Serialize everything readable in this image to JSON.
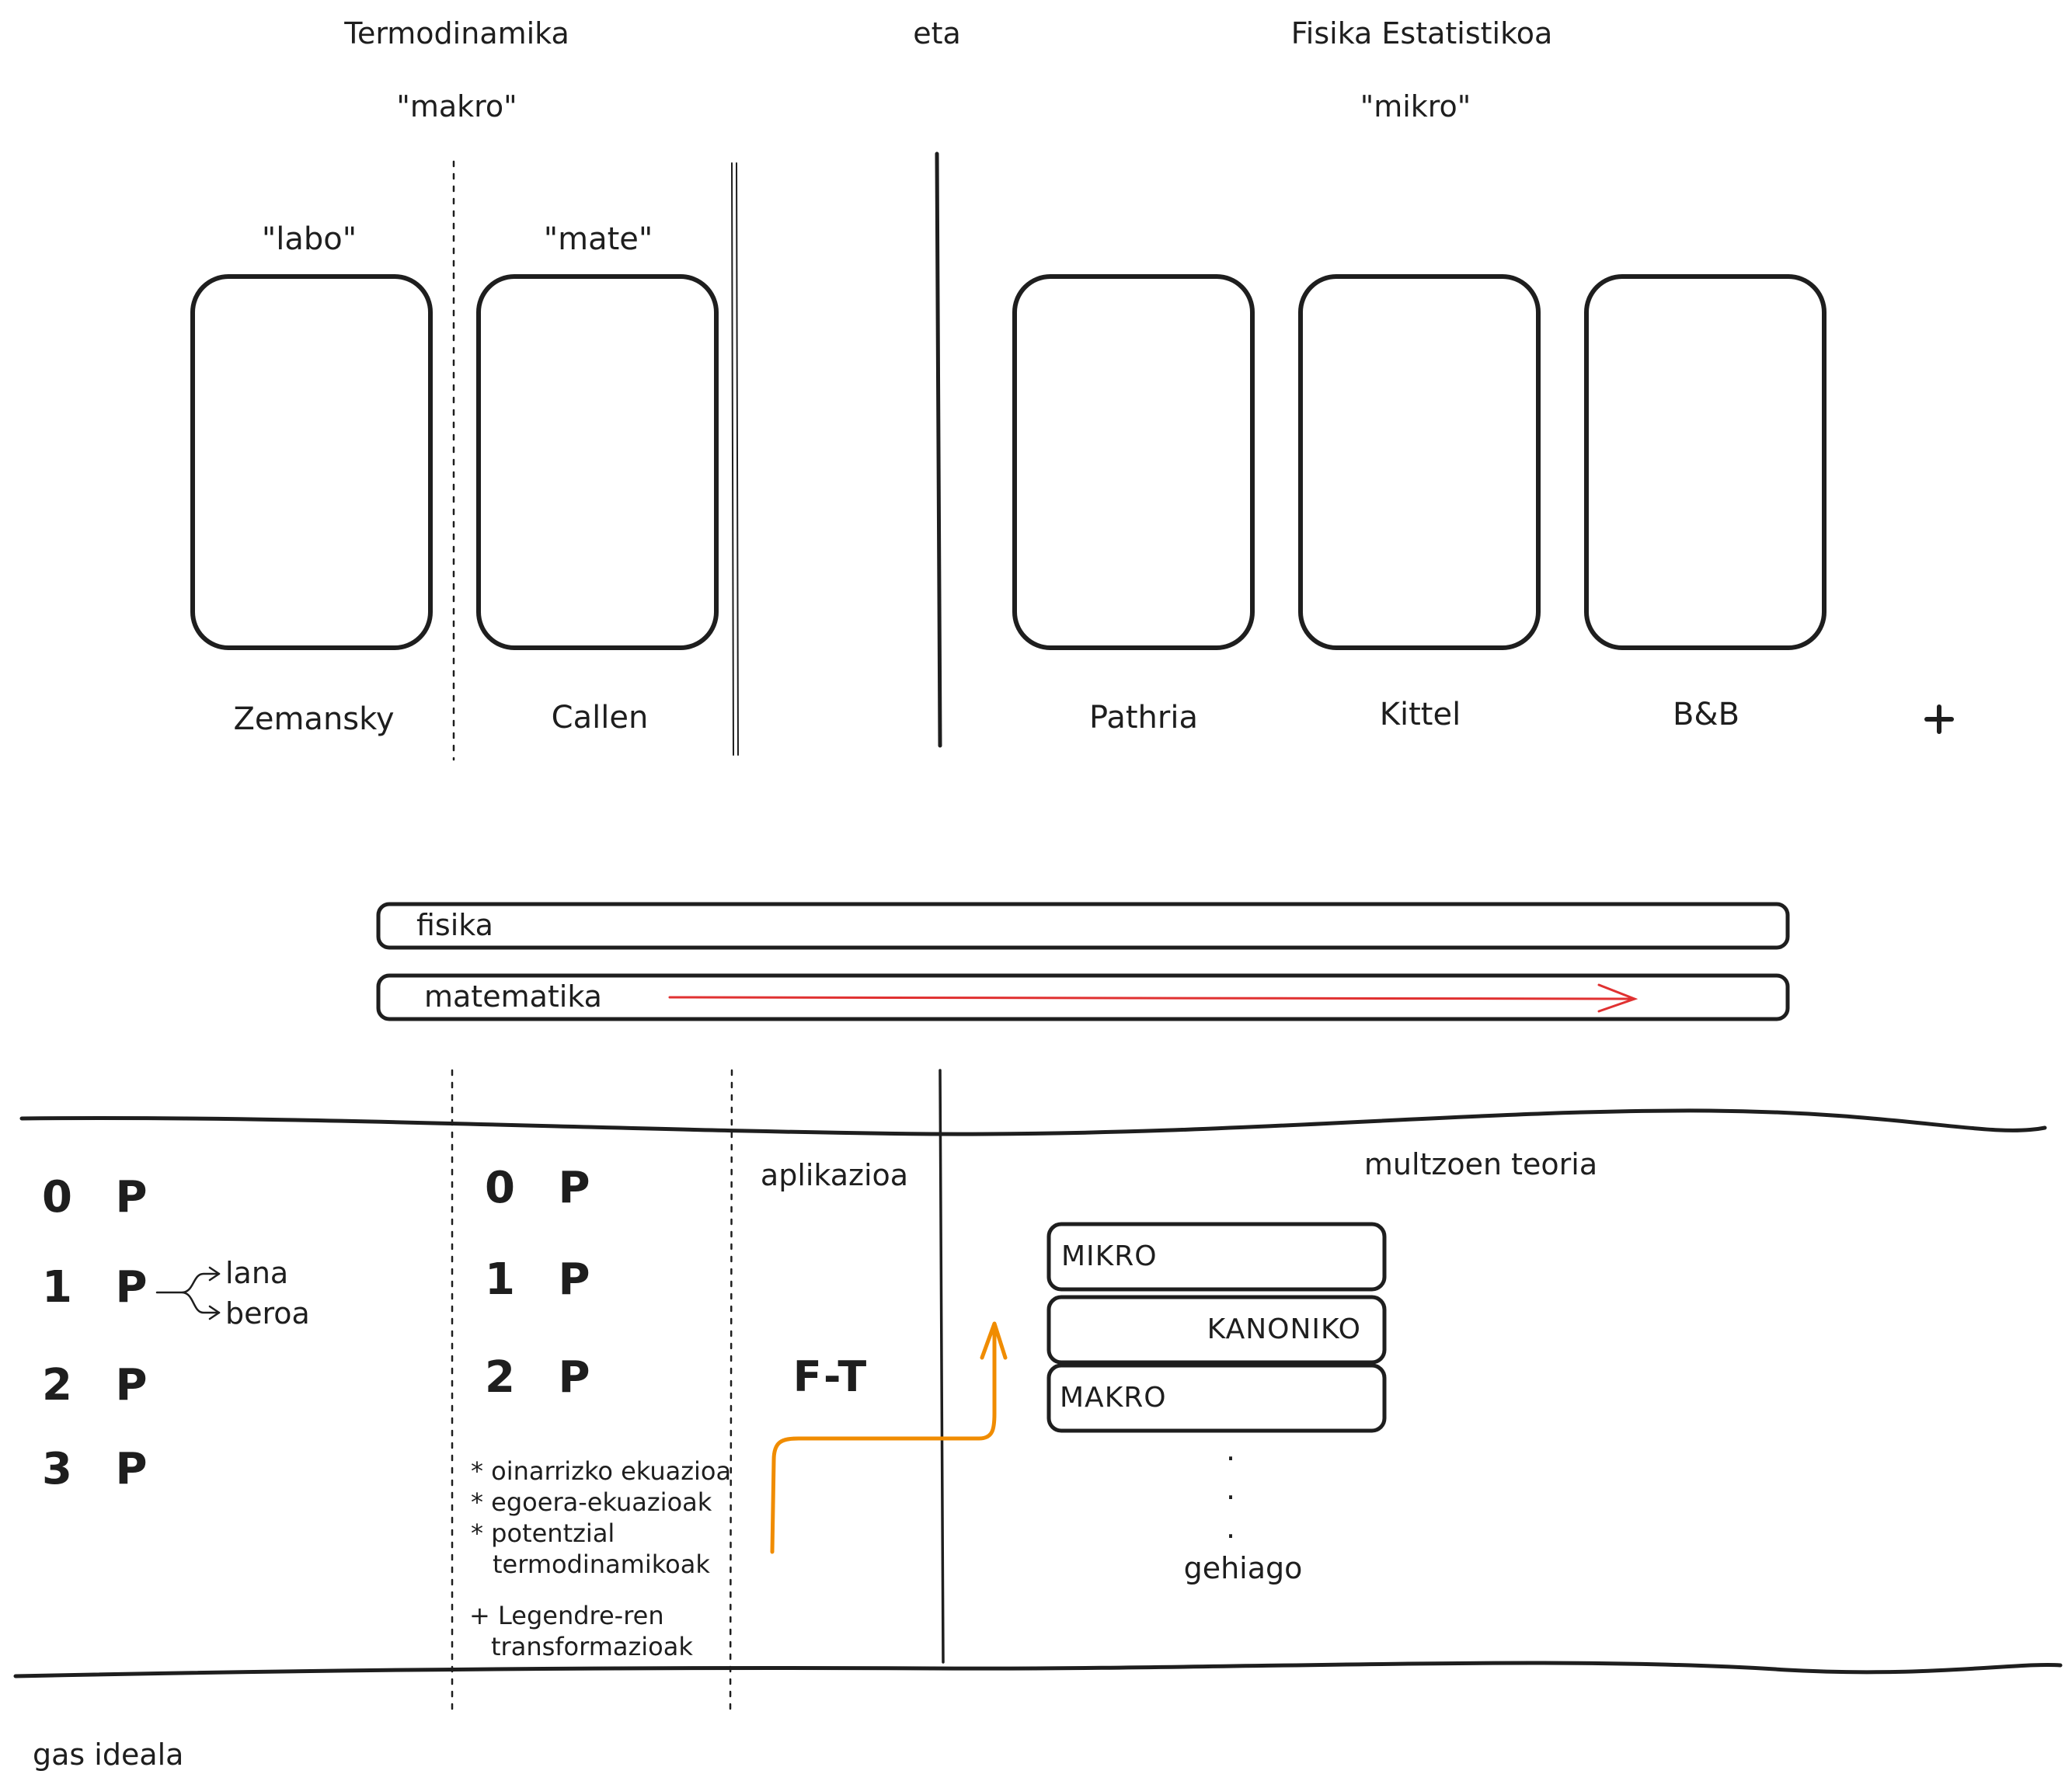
{
  "header": {
    "left_title": "Termodinamika",
    "middle_word": "eta",
    "right_title": "Fisika Estatistikoa",
    "left_sub": "\"makro\"",
    "right_sub": "\"mikro\""
  },
  "book_groups": {
    "labo_label": "\"labo\"",
    "mate_label": "\"mate\""
  },
  "books": [
    {
      "name": "Zemansky"
    },
    {
      "name": "Callen"
    },
    {
      "name": "Pathria"
    },
    {
      "name": "Kittel"
    },
    {
      "name": "B&B"
    }
  ],
  "plus_sign": "+",
  "bars": {
    "fisika": "fisika",
    "matematika": "matematika"
  },
  "table": {
    "col1": {
      "p0": "0 P",
      "p1": "1 P",
      "p2": "2 P",
      "p3": "3 P",
      "branch_a": "lana",
      "branch_b": "beroa"
    },
    "col2": {
      "p0": "0 P",
      "p1": "1 P",
      "p2": "2 P",
      "notes": [
        "* oinarrizko ekuazioa",
        "* egoera-ekuazioak",
        "* potentzial",
        "termodinamikoak",
        "+ Legendre-ren",
        "transformazioak"
      ]
    },
    "col3": {
      "heading": "aplikazioa",
      "ft": "F-T"
    },
    "col4": {
      "heading": "multzoen teoria",
      "stack": [
        "MIKRO",
        "KANONIKO",
        "MAKRO"
      ],
      "dots": ".",
      "more": "gehiago"
    }
  },
  "footer_note": "gas ideala",
  "colors": {
    "ink": "#1e1e1e",
    "arrow_red": "#e03131",
    "arrow_orange": "#f08c00"
  }
}
